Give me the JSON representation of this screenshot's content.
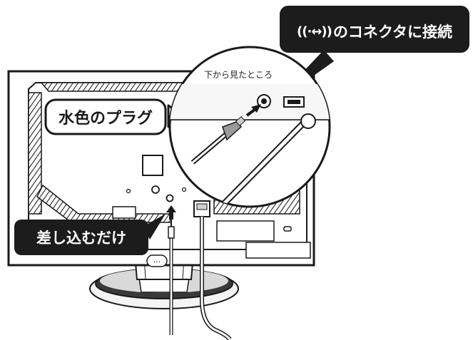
{
  "callouts": {
    "connect_label": "のコネクタに接続",
    "connector_symbol": "((·↔))",
    "light_blue_plug": "水色のプラグ",
    "just_insert": "差し込むだけ"
  },
  "zoom_view": {
    "label": "下から見たところ"
  },
  "port_badge": "···",
  "colors": {
    "dark_callout": "#1c1c1c",
    "outline": "#1a1a1a",
    "monitor_fill": "#ffffff",
    "vent_stripe": "#222222"
  },
  "icons": [
    "headphone-connector-icon",
    "arrow-up-icon"
  ]
}
